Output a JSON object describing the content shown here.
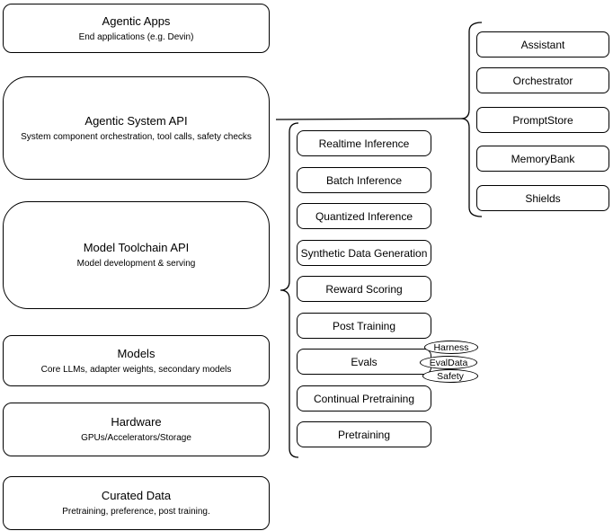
{
  "diagram": {
    "left_stack": [
      {
        "title": "Agentic Apps",
        "subtitle": "End applications (e.g. Devin)"
      },
      {
        "title": "Agentic System API",
        "subtitle": "System component orchestration, tool calls, safety checks"
      },
      {
        "title": "Model Toolchain API",
        "subtitle": "Model development & serving"
      },
      {
        "title": "Models",
        "subtitle": "Core LLMs, adapter weights, secondary models"
      },
      {
        "title": "Hardware",
        "subtitle": "GPUs/Accelerators/Storage"
      },
      {
        "title": "Curated Data",
        "subtitle": "Pretraining, preference, post training."
      }
    ],
    "toolchain_services": [
      "Realtime Inference",
      "Batch Inference",
      "Quantized Inference",
      "Synthetic Data Generation",
      "Reward Scoring",
      "Post Training",
      "Evals",
      "Continual Pretraining",
      "Pretraining"
    ],
    "eval_components": [
      "Harness",
      "EvalData",
      "Safety"
    ],
    "system_components": [
      "Assistant",
      "Orchestrator",
      "PromptStore",
      "MemoryBank",
      "Shields"
    ],
    "colors": {
      "stroke": "#000000",
      "fill": "#ffffff",
      "background": "#ffffff"
    }
  }
}
